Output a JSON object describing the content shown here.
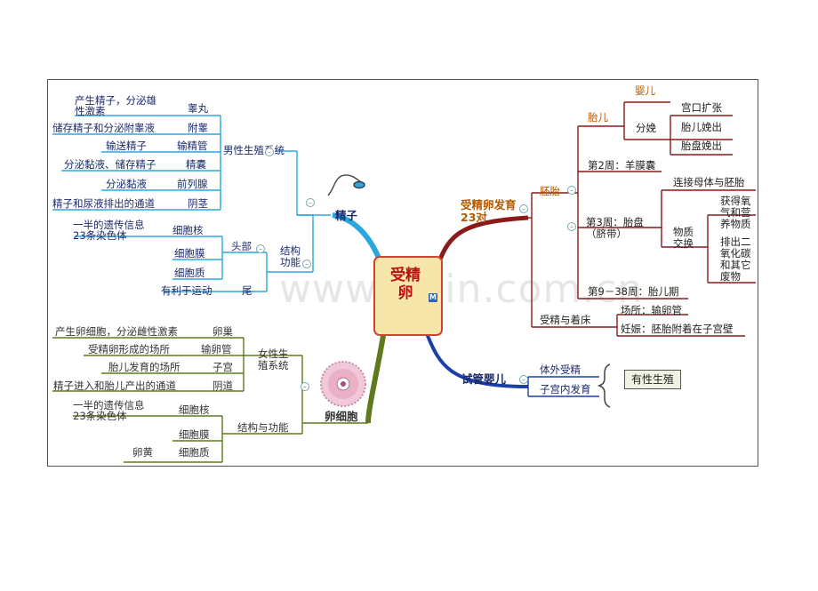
{
  "watermark": "www.zixin.com.cn",
  "center": {
    "title": "受精卵",
    "badge": "M"
  },
  "sperm": {
    "title": "精子",
    "male_system": {
      "label": "男性生殖系统",
      "items": [
        {
          "organ": "睾丸",
          "function": "产生精子，分泌雄性激素"
        },
        {
          "organ": "附睾",
          "function": "储存精子和分泌附睾液"
        },
        {
          "organ": "输精管",
          "function": "输送精子"
        },
        {
          "organ": "精囊",
          "function": "分泌黏液、储存精子"
        },
        {
          "organ": "前列腺",
          "function": "分泌黏液"
        },
        {
          "organ": "阴茎",
          "function": "精子和尿液排出的通道"
        }
      ]
    },
    "structure": {
      "label": "结构功能",
      "head_label": "头部",
      "nucleus": "细胞核",
      "nucleus_note": "一半的遗传信息23条染色体",
      "membrane": "细胞膜",
      "cytoplasm": "细胞质",
      "tail": "尾",
      "tail_note": "有利于运动"
    }
  },
  "egg": {
    "title": "卵细胞",
    "female_system": {
      "label": "女性生殖系统",
      "items": [
        {
          "organ": "卵巢",
          "function": "产生卵细胞，分泌雌性激素"
        },
        {
          "organ": "输卵管",
          "function": "受精卵形成的场所"
        },
        {
          "organ": "子宫",
          "function": "胎儿发育的场所"
        },
        {
          "organ": "阴道",
          "function": "精子进入和胎儿产出的通道"
        }
      ]
    },
    "structure": {
      "label": "结构与功能",
      "nucleus": "细胞核",
      "nucleus_note": "一半的遗传信息23条染色体",
      "membrane": "细胞膜",
      "cytoplasm": "细胞质",
      "cytoplasm_note": "卵黄"
    }
  },
  "development": {
    "title": "受精卵发育23对",
    "embryo": {
      "label": "胚胎",
      "fetus": {
        "label": "胎儿",
        "infant": "婴儿",
        "delivery": {
          "label": "分娩",
          "steps": [
            "宫口扩张",
            "胎儿娩出",
            "胎盘娩出"
          ]
        }
      },
      "week2": "第2周：羊膜囊",
      "week3": {
        "label": "第3周：胎盘（脐带）",
        "connect": "连接母体与胚胎",
        "exchange": "物质交换",
        "obtain": "获得氧气和营养物质",
        "excrete": "排出二氧化碳和其它废物"
      },
      "fetal_period": "第9－38周：胎儿期"
    },
    "fertilization": {
      "label": "受精与着床",
      "place": "场所：输卵管",
      "pregnancy": "妊娠：胚胎附着在子宫壁"
    }
  },
  "ivf": {
    "title": "试管婴儿",
    "items": [
      "体外受精",
      "子宫内发育"
    ],
    "summary": "有性生殖"
  },
  "colors": {
    "sperm_branch": "#29a8e0",
    "egg_branch": "#5e7a1a",
    "dev_branch": "#8b1a1a",
    "ivf_branch": "#1a3fa8",
    "center_fill": "#f6e6a9",
    "center_border": "#c43333"
  }
}
